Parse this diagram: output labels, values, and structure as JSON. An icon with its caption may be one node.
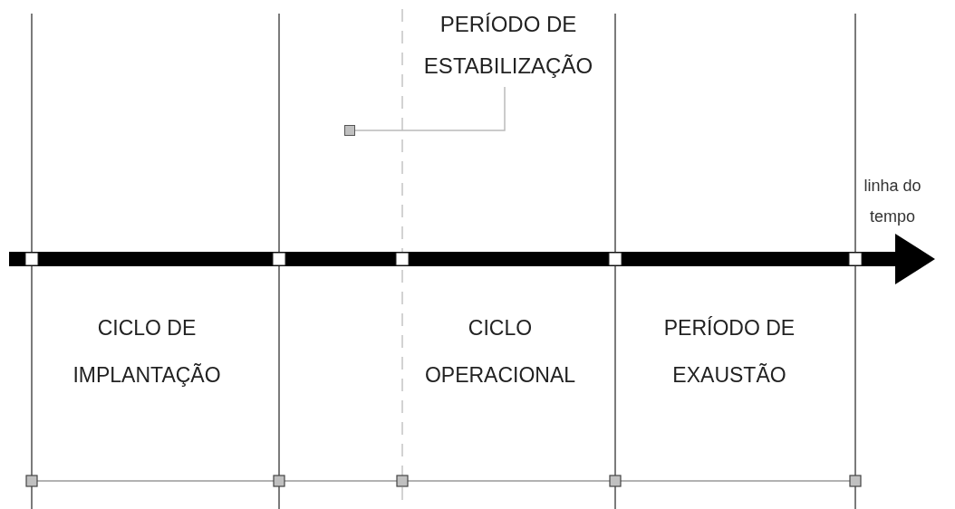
{
  "diagram": {
    "nodes": [
      {
        "text": [
          "PERÍODO DE ESTABILIZAÇÃO"
        ]
      },
      {
        "text": [],
        "shape": "box"
      }
    ],
    "edges": [
      {
        "from": 0,
        "to": 1,
        "arrow": "none"
      }
    ],
    "labels": [
      "linha do tempo",
      "CICLO DE IMPLANTAÇÃO",
      "CICLO OPERACIONAL",
      "PERÍODO DE EXAUSTÃO"
    ]
  }
}
